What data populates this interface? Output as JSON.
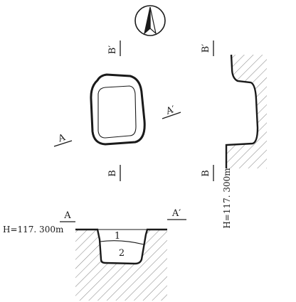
{
  "north_arrow": {
    "icon": "north-arrow-icon"
  },
  "plan": {
    "section_labels": {
      "b_prime_top": "B′",
      "b_bottom": "B",
      "a_left": "A",
      "a_prime_right": "A′"
    }
  },
  "section_aa": {
    "label_a": "A",
    "label_a_prime": "A′",
    "elevation": "H=117. 300m",
    "layers": [
      "1",
      "2"
    ]
  },
  "section_bb": {
    "label_b_prime": "B′",
    "label_b": "B",
    "elevation": "H=117. 300m"
  },
  "colors": {
    "ink": "#1a1a1a",
    "hatch": "#8a8a8a"
  }
}
